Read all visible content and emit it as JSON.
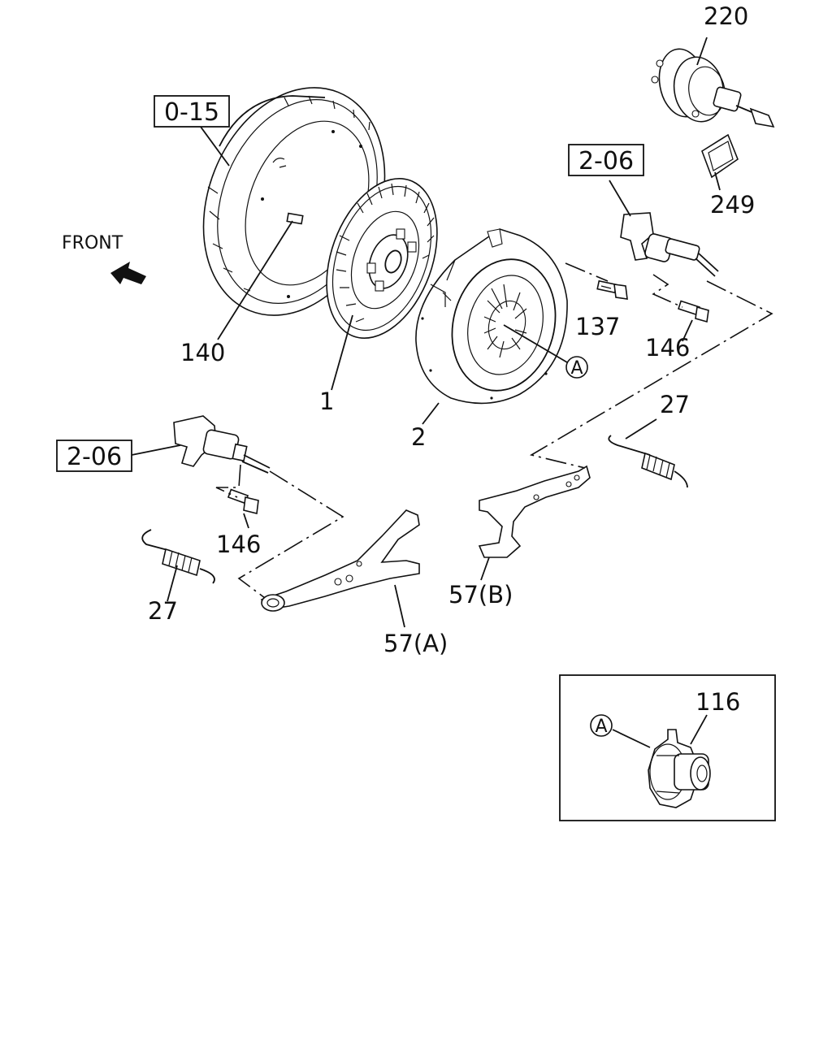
{
  "direction": {
    "label": "FRONT"
  },
  "refs": {
    "flywheel": "0-15",
    "slave_cyl_right": "2-06",
    "slave_cyl_left": "2-06"
  },
  "callouts": {
    "p140": "140",
    "p1": "1",
    "p2": "2",
    "p137": "137",
    "p146_right": "146",
    "p146_left": "146",
    "p220": "220",
    "p249": "249",
    "p27_right": "27",
    "p27_left": "27",
    "p57a": "57(A)",
    "p57b": "57(B)",
    "p116": "116",
    "marker_a_main": "A",
    "marker_a_inset": "A"
  }
}
